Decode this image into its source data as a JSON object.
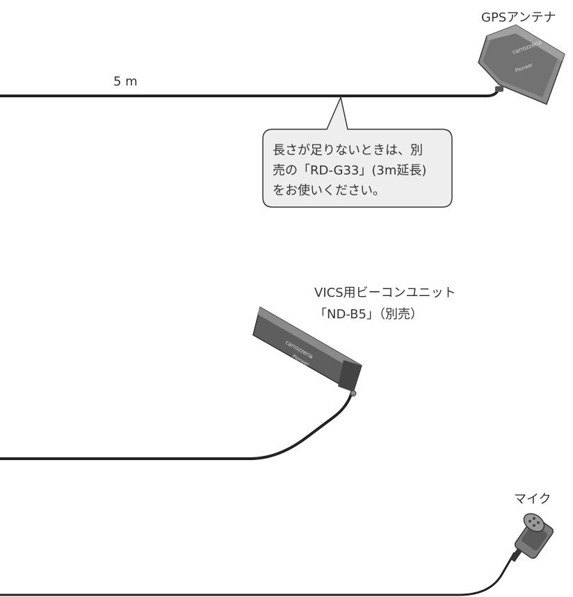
{
  "labels": {
    "gps_antenna": "GPSアンテナ",
    "cable_length": "5 m",
    "vics_unit_line1": "VICS用ビーコンユニット",
    "vics_unit_line2": "「ND-B5」（別売）",
    "microphone": "マイク"
  },
  "callout": {
    "line1": "長さが足りないときは、別",
    "line2": "売の「RD-G33」(3m延長)",
    "line3": "をお使いください。"
  },
  "device_markings": {
    "gps_brand": "carrozzeria",
    "gps_maker": "Pioneer",
    "beacon_brand": "carrozzeria",
    "beacon_maker": "Pioneer"
  },
  "colors": {
    "cable": "#222222",
    "device_body": "#6e6e6e",
    "callout_fill": "#eeeeee",
    "text": "#333333"
  }
}
